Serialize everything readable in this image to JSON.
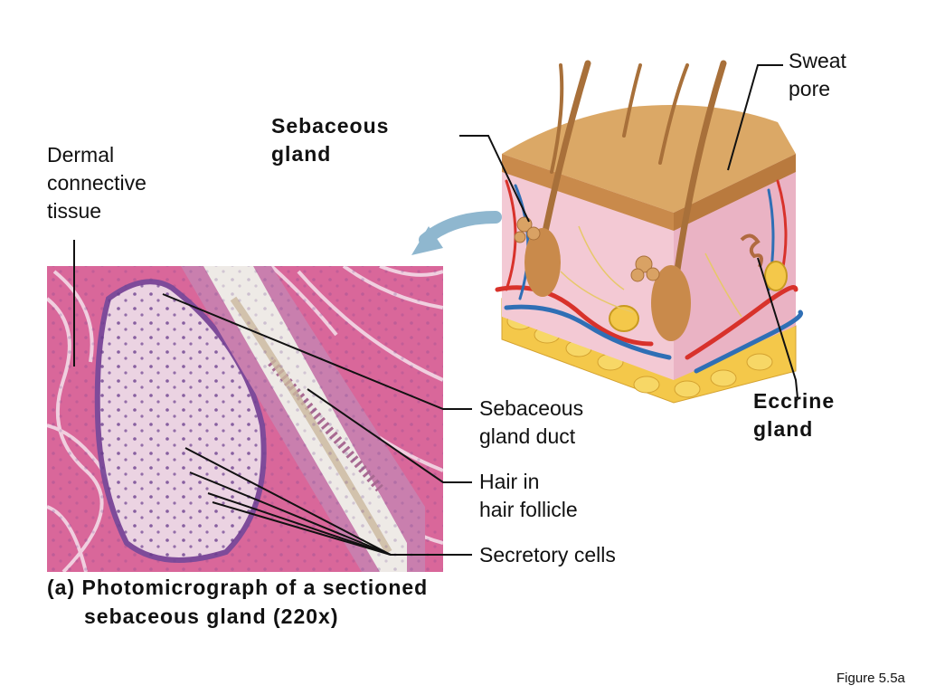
{
  "labels": {
    "dermal_connective_tissue": "Dermal\nconnective\ntissue",
    "sebaceous_gland": "Sebaceous\ngland",
    "sweat_pore": "Sweat\npore",
    "sebaceous_gland_duct": "Sebaceous\ngland duct",
    "hair_in_hair_follicle": "Hair in\nhair follicle",
    "secretory_cells": "Secretory cells",
    "eccrine_gland": "Eccrine\ngland"
  },
  "caption": {
    "line1": "(a) Photomicrograph of a sectioned",
    "line2": "sebaceous gland (220x)"
  },
  "figure_number": "Figure 5.5a",
  "colors": {
    "tissue_pink": "#d9679a",
    "gland_pale": "#ecd9e6",
    "epidermis": "#c98a4b",
    "hair": "#a8703a",
    "artery": "#d8322b",
    "vein": "#2f6fb5",
    "fat": "#f4c84a",
    "arrow": "#8fb7cf"
  }
}
